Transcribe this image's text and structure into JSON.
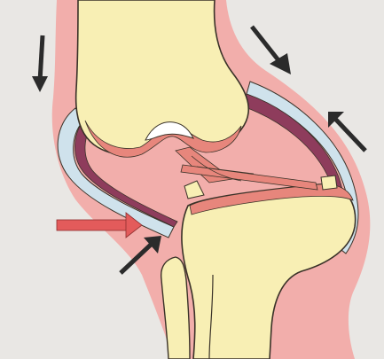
{
  "diagram": {
    "subject": "knee-joint-sagittal-section",
    "colors": {
      "background": "#e9e7e4",
      "soft_tissue": "#f2aeab",
      "bone": "#f8efb4",
      "bone_outline": "#3a3228",
      "cartilage_ligament": "#e7867c",
      "capsule_purple": "#8e3c5c",
      "capsule_blue": "#cfe2ec",
      "arrow_dark": "#2b2b2b",
      "arrow_pink": "#e35b5b"
    },
    "arrows": [
      {
        "name": "top-left-down-arrow",
        "color": "dark",
        "direction": "down"
      },
      {
        "name": "top-right-down-arrow",
        "color": "dark",
        "direction": "down-right"
      },
      {
        "name": "right-up-arrow",
        "color": "dark",
        "direction": "up-left"
      },
      {
        "name": "pink-pressure-arrow",
        "color": "pink",
        "direction": "right"
      },
      {
        "name": "lower-left-up-arrow",
        "color": "dark",
        "direction": "up-right"
      }
    ]
  }
}
